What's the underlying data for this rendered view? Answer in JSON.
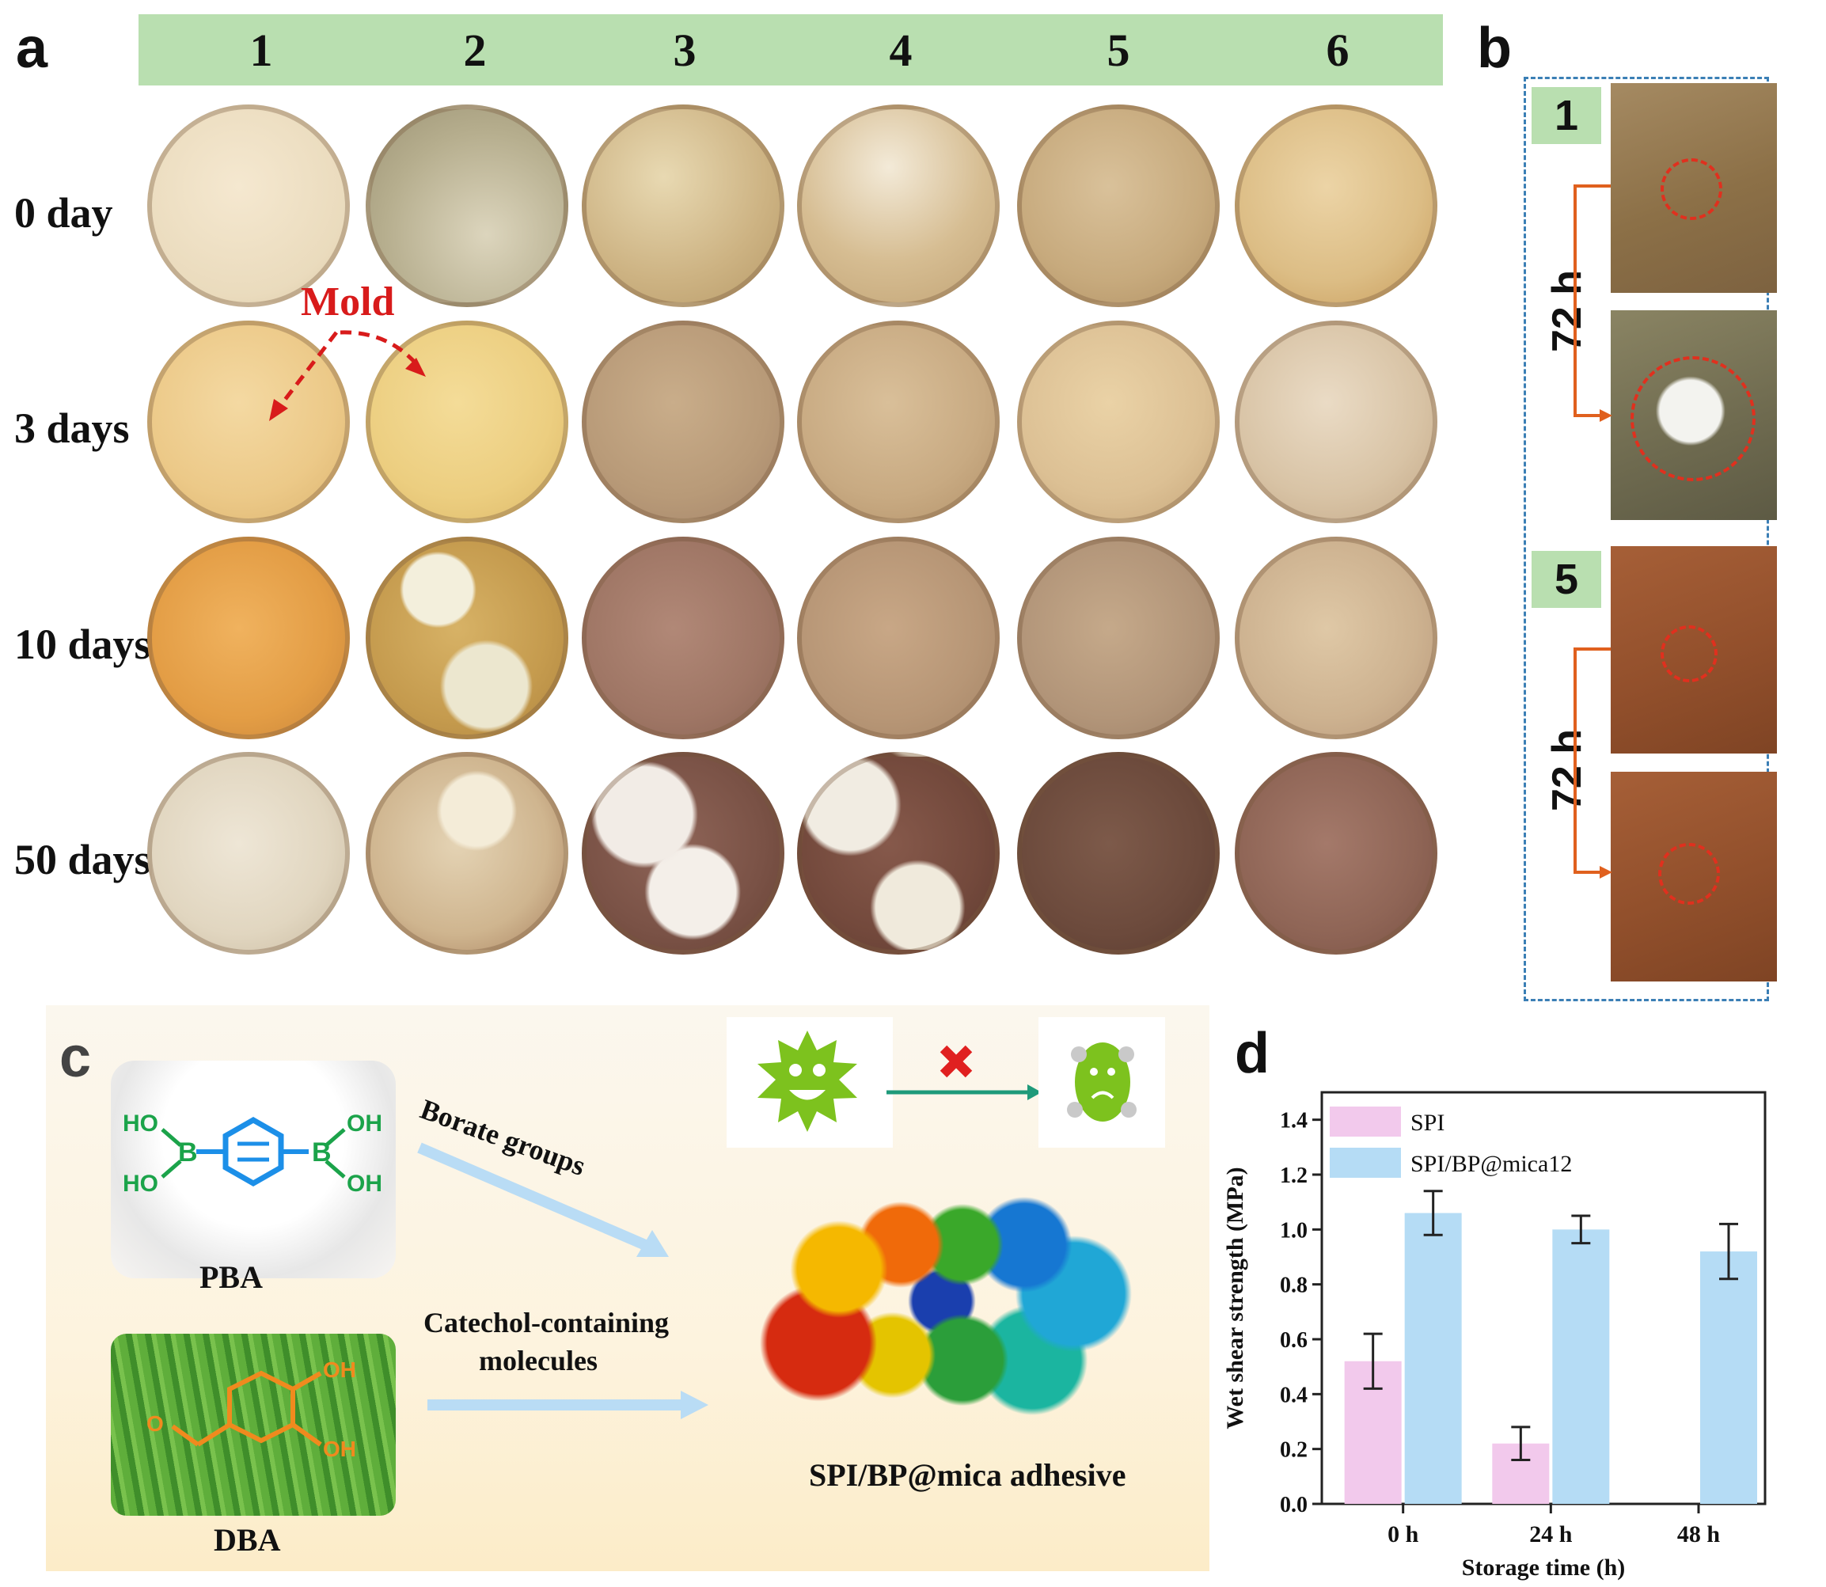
{
  "panels": {
    "a": "a",
    "b": "b",
    "c": "c",
    "d": "d"
  },
  "panel_a": {
    "columns": [
      "1",
      "2",
      "3",
      "4",
      "5",
      "6"
    ],
    "rows": [
      "0 day",
      "3 days",
      "10 days",
      "50 days"
    ],
    "mold_label": "Mold"
  },
  "panel_b": {
    "groups": [
      {
        "tag": "1",
        "time": "72 h"
      },
      {
        "tag": "5",
        "time": "72 h"
      }
    ]
  },
  "panel_c": {
    "pba_label": "PBA",
    "dba_label": "DBA",
    "borate_label": "Borate groups",
    "catechol_label_line1": "Catechol-containing",
    "catechol_label_line2": "molecules",
    "adhesive_label": "SPI/BP@mica adhesive",
    "pba_groups": {
      "ho_top": "HO",
      "ho_bottom": "HO",
      "oh_top": "OH",
      "oh_bottom": "OH",
      "b_left": "B",
      "b_right": "B"
    },
    "dba_groups": {
      "oh_top": "OH",
      "oh_bottom": "OH",
      "o": "O"
    }
  },
  "chart_data": {
    "type": "bar",
    "xlabel": "Storage time (h)",
    "ylabel": "Wet shear strength (MPa)",
    "categories": [
      "0 h",
      "24 h",
      "48 h"
    ],
    "ylim": [
      0.0,
      1.5
    ],
    "yticks": [
      "0.0",
      "0.2",
      "0.4",
      "0.6",
      "0.8",
      "1.0",
      "1.2",
      "1.4"
    ],
    "legend_position": "top-left",
    "series": [
      {
        "name": "SPI",
        "color": "#f2c9ec",
        "values": [
          0.52,
          0.22,
          null
        ],
        "errors": [
          0.1,
          0.06,
          null
        ]
      },
      {
        "name": "SPI/BP@mica12",
        "color": "#b5dcf5",
        "values": [
          1.06,
          1.0,
          0.92
        ],
        "errors": [
          0.08,
          0.05,
          0.1
        ]
      }
    ]
  }
}
